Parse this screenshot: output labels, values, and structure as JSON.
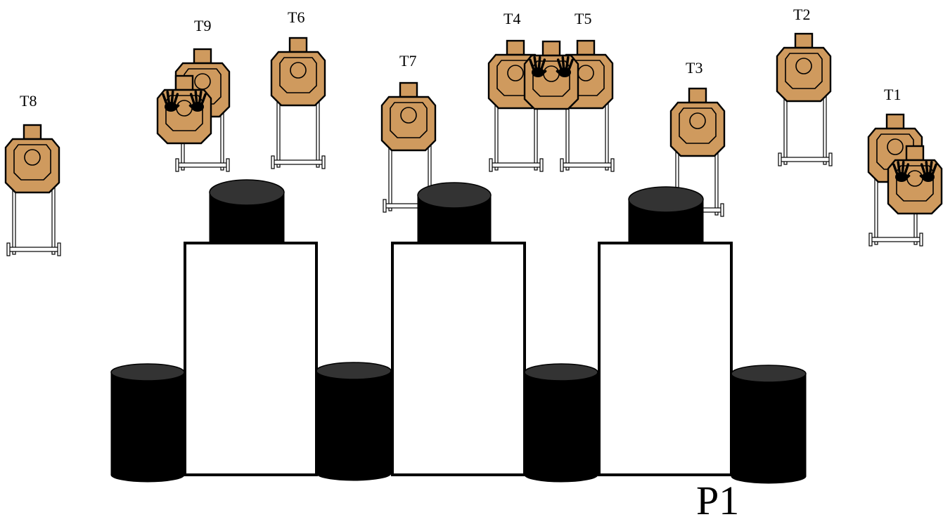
{
  "stage_labels": {
    "t1": "T1",
    "t2": "T2",
    "t3": "T3",
    "t4": "T4",
    "t5": "T5",
    "t6": "T6",
    "t7": "T7",
    "t8": "T8",
    "t9": "T9",
    "p1": "P1"
  },
  "no_shoot_targets": [
    "T1",
    "T9",
    "T4-T5"
  ],
  "colors": {
    "target": "#CF9A5E",
    "barrel": "#000000",
    "barrel_top": "#333333",
    "wall_grid": "#000000",
    "background": "#ffffff"
  }
}
